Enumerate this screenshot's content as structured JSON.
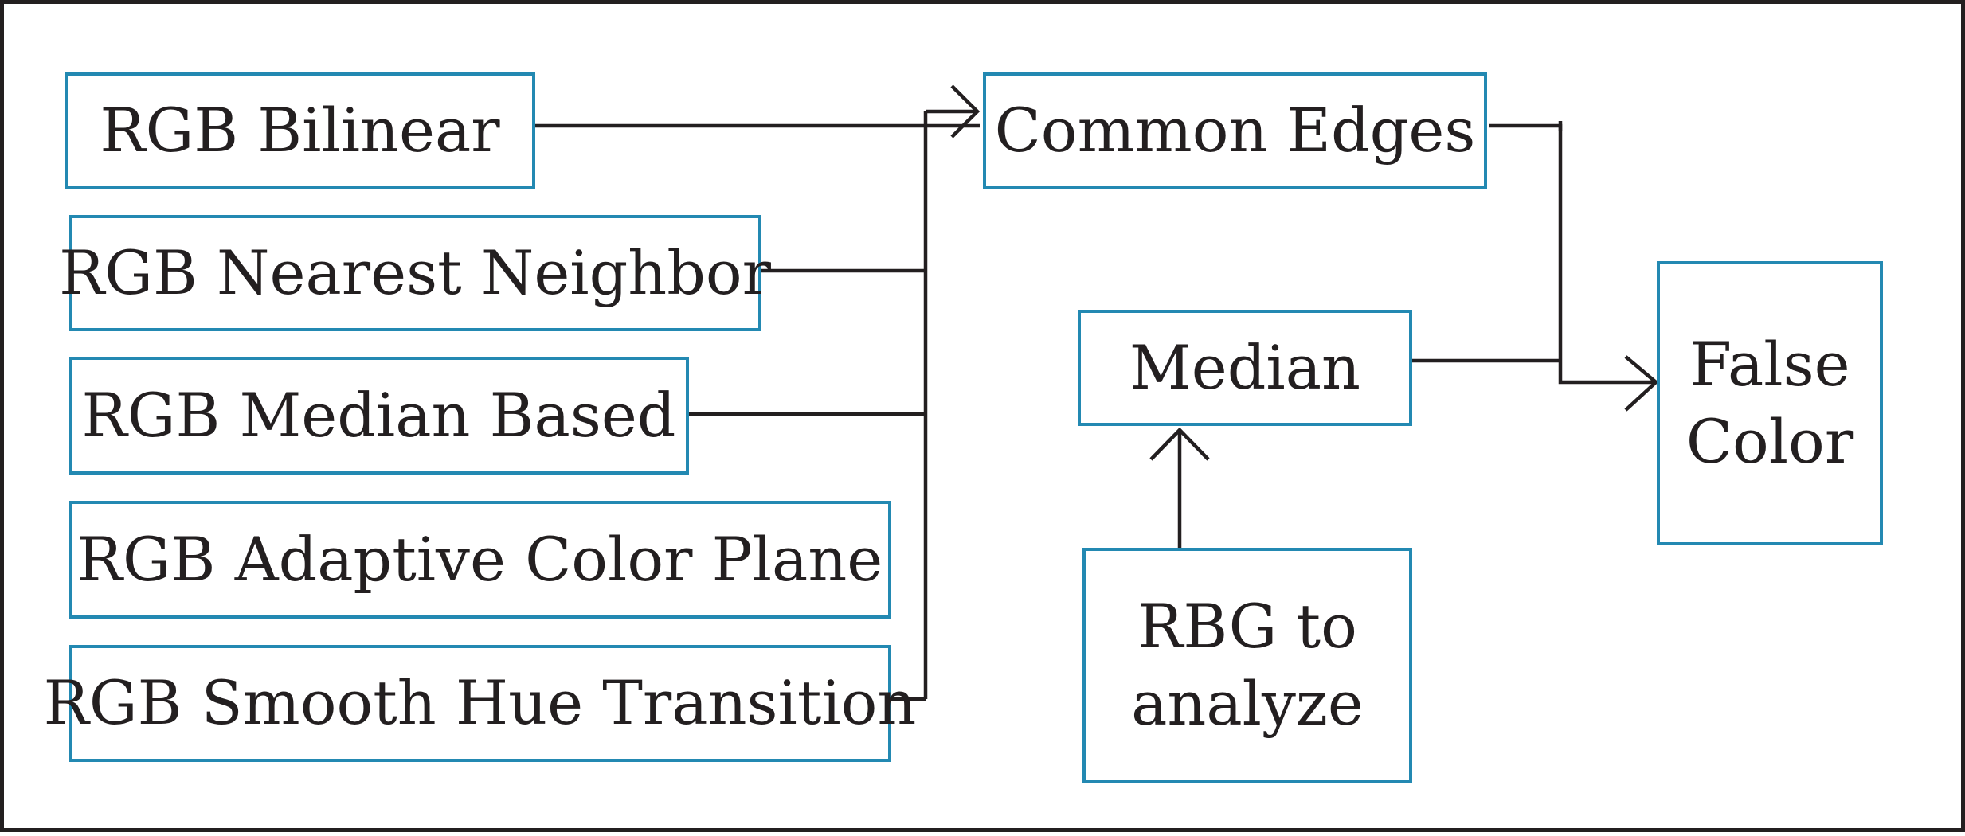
{
  "colors": {
    "box_border": "#2389b2",
    "line": "#231f20",
    "text": "#231f20",
    "frame": "#231f20"
  },
  "boxes": {
    "rgb_bilinear": "RGB Bilinear",
    "rgb_nearest_neighbor": "RGB Nearest Neighbor",
    "rgb_median_based": "RGB Median Based",
    "rgb_adaptive_color_plane": "RGB Adaptive Color Plane",
    "rgb_smooth_hue_transition": "RGB Smooth Hue Transition",
    "common_edges": "Common Edges",
    "median": "Median",
    "rbg_to_analyze": [
      "RBG to",
      "analyze"
    ],
    "false_color": [
      "False",
      "Color"
    ]
  },
  "connections": [
    {
      "from": "RGB Bilinear",
      "to": "Common Edges"
    },
    {
      "from": "RGB Nearest Neighbor",
      "to": "Common Edges"
    },
    {
      "from": "RGB Median Based",
      "to": "Common Edges"
    },
    {
      "from": "RGB Smooth Hue Transition",
      "to": "Common Edges"
    },
    {
      "from": "RBG to analyze",
      "to": "Median"
    },
    {
      "from": "Common Edges",
      "to": "False Color"
    },
    {
      "from": "Median",
      "to": "False Color"
    }
  ]
}
